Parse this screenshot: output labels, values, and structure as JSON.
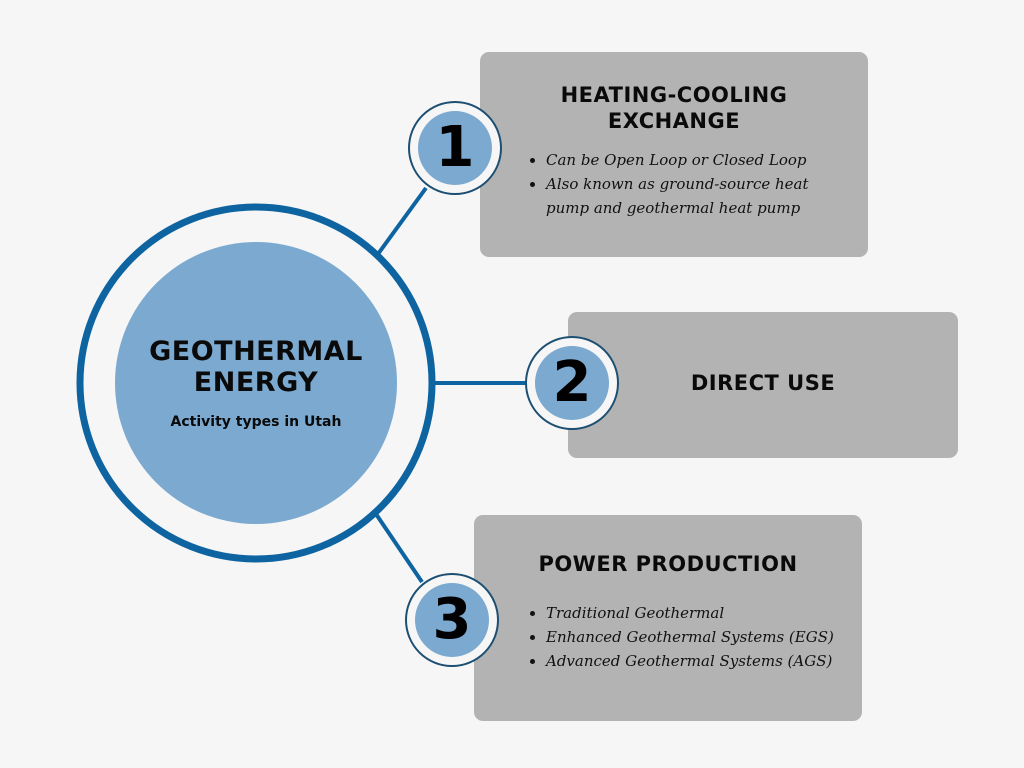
{
  "colors": {
    "ring": "#0e64a0",
    "fill": "#7ba9d0",
    "box": "#b3b3b3",
    "background": "#f6f6f6"
  },
  "center": {
    "title_line1": "GEOTHERMAL",
    "title_line2": "ENERGY",
    "subtitle": "Activity types in Utah"
  },
  "items": [
    {
      "number": "1",
      "title_line1": "HEATING-COOLING",
      "title_line2": "EXCHANGE",
      "bullets": [
        "Can be Open Loop or Closed Loop",
        "Also known as ground-source heat pump and geothermal heat pump"
      ]
    },
    {
      "number": "2",
      "title": "DIRECT USE"
    },
    {
      "number": "3",
      "title": "POWER PRODUCTION",
      "bullets": [
        "Traditional Geothermal",
        "Enhanced Geothermal Systems (EGS)",
        "Advanced Geothermal Systems (AGS)"
      ]
    }
  ]
}
